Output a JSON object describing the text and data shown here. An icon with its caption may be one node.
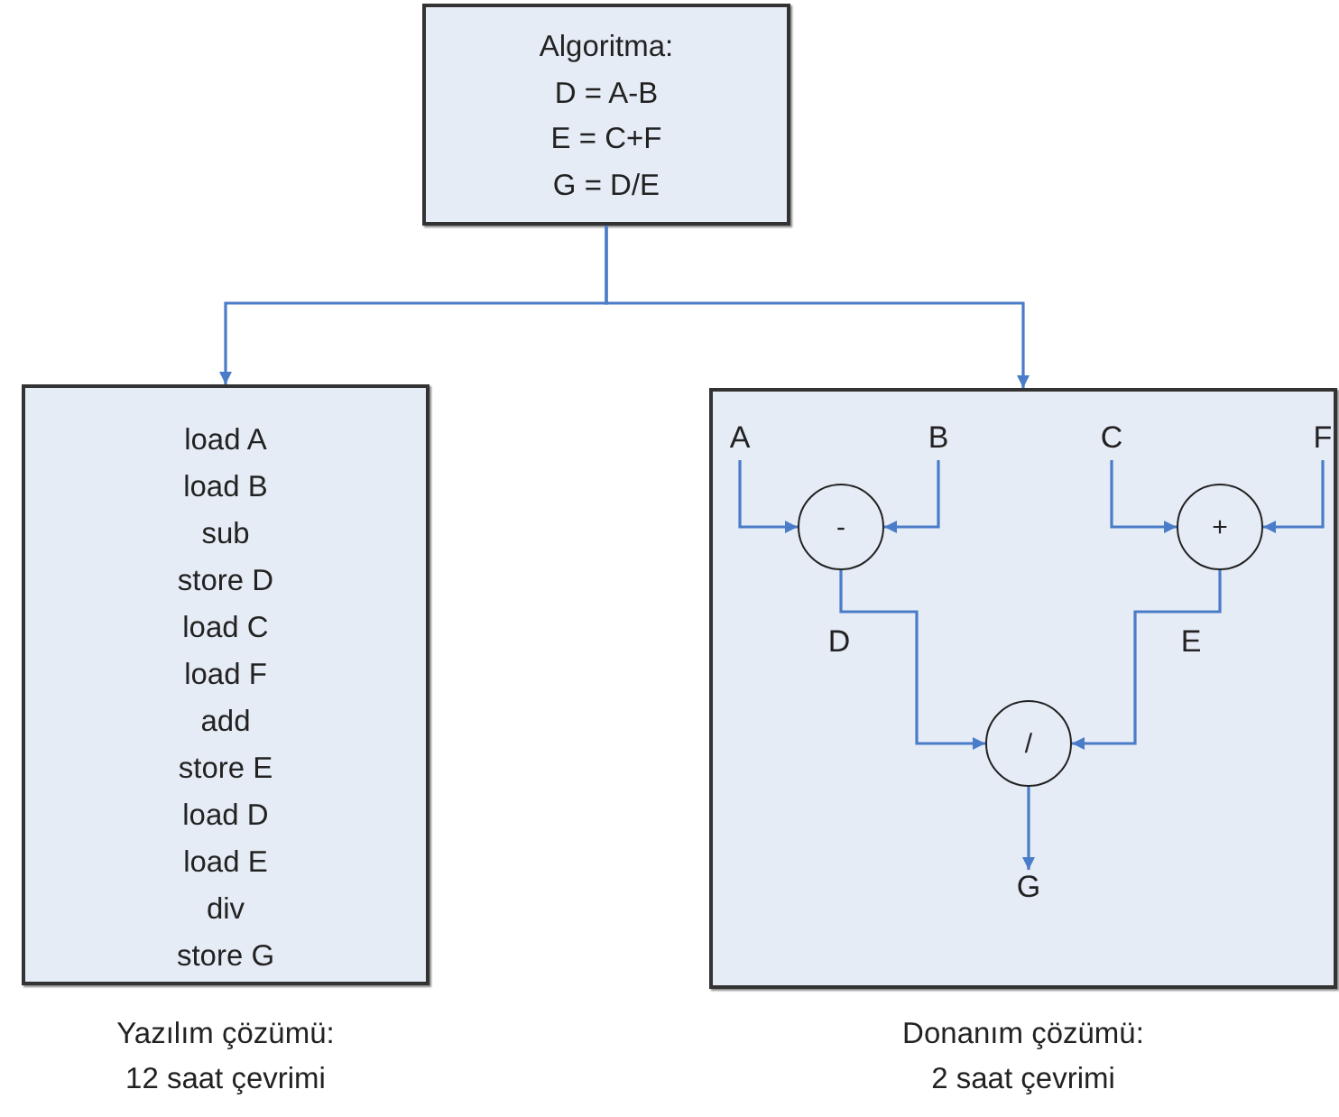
{
  "diagram": {
    "nodes": [
      {
        "text": [
          "Algoritma:",
          "D = A-B",
          "E = C+F",
          "G = D/E"
        ]
      },
      {
        "text": [
          "load A",
          "load B",
          "sub",
          "store D",
          "load C",
          "load F",
          "add",
          "store E",
          "load D",
          "load E",
          "div",
          "store G"
        ],
        "beside": [
          "Yazılım çözümü:",
          "12 saat çevrimi"
        ]
      },
      {
        "text": [],
        "shape": "box",
        "beside": [
          "Donanım çözümü:",
          "2 saat çevrimi"
        ]
      },
      {
        "text": [
          "A"
        ],
        "in": 2
      },
      {
        "text": [
          "B"
        ],
        "in": 2
      },
      {
        "text": [
          "C"
        ],
        "in": 2
      },
      {
        "text": [
          "F"
        ],
        "in": 2
      },
      {
        "text": [
          "-"
        ],
        "in": 2
      },
      {
        "text": [
          "+"
        ],
        "in": 2
      },
      {
        "text": [
          "/"
        ],
        "in": 2
      },
      {
        "text": [
          "G"
        ],
        "in": 2
      }
    ],
    "edges": [
      {
        "from": 0,
        "to": 1,
        "arrow": "to"
      },
      {
        "from": 0,
        "to": 2,
        "arrow": "to"
      },
      {
        "from": 3,
        "to": 7,
        "arrow": "to"
      },
      {
        "from": 4,
        "to": 7,
        "arrow": "to"
      },
      {
        "from": 5,
        "to": 8,
        "arrow": "to"
      },
      {
        "from": 6,
        "to": 8,
        "arrow": "to"
      },
      {
        "from": 7,
        "to": 9,
        "arrow": "to",
        "label": "D"
      },
      {
        "from": 8,
        "to": 9,
        "arrow": "to",
        "label": "E"
      },
      {
        "from": 9,
        "to": 10,
        "arrow": "to"
      }
    ]
  }
}
